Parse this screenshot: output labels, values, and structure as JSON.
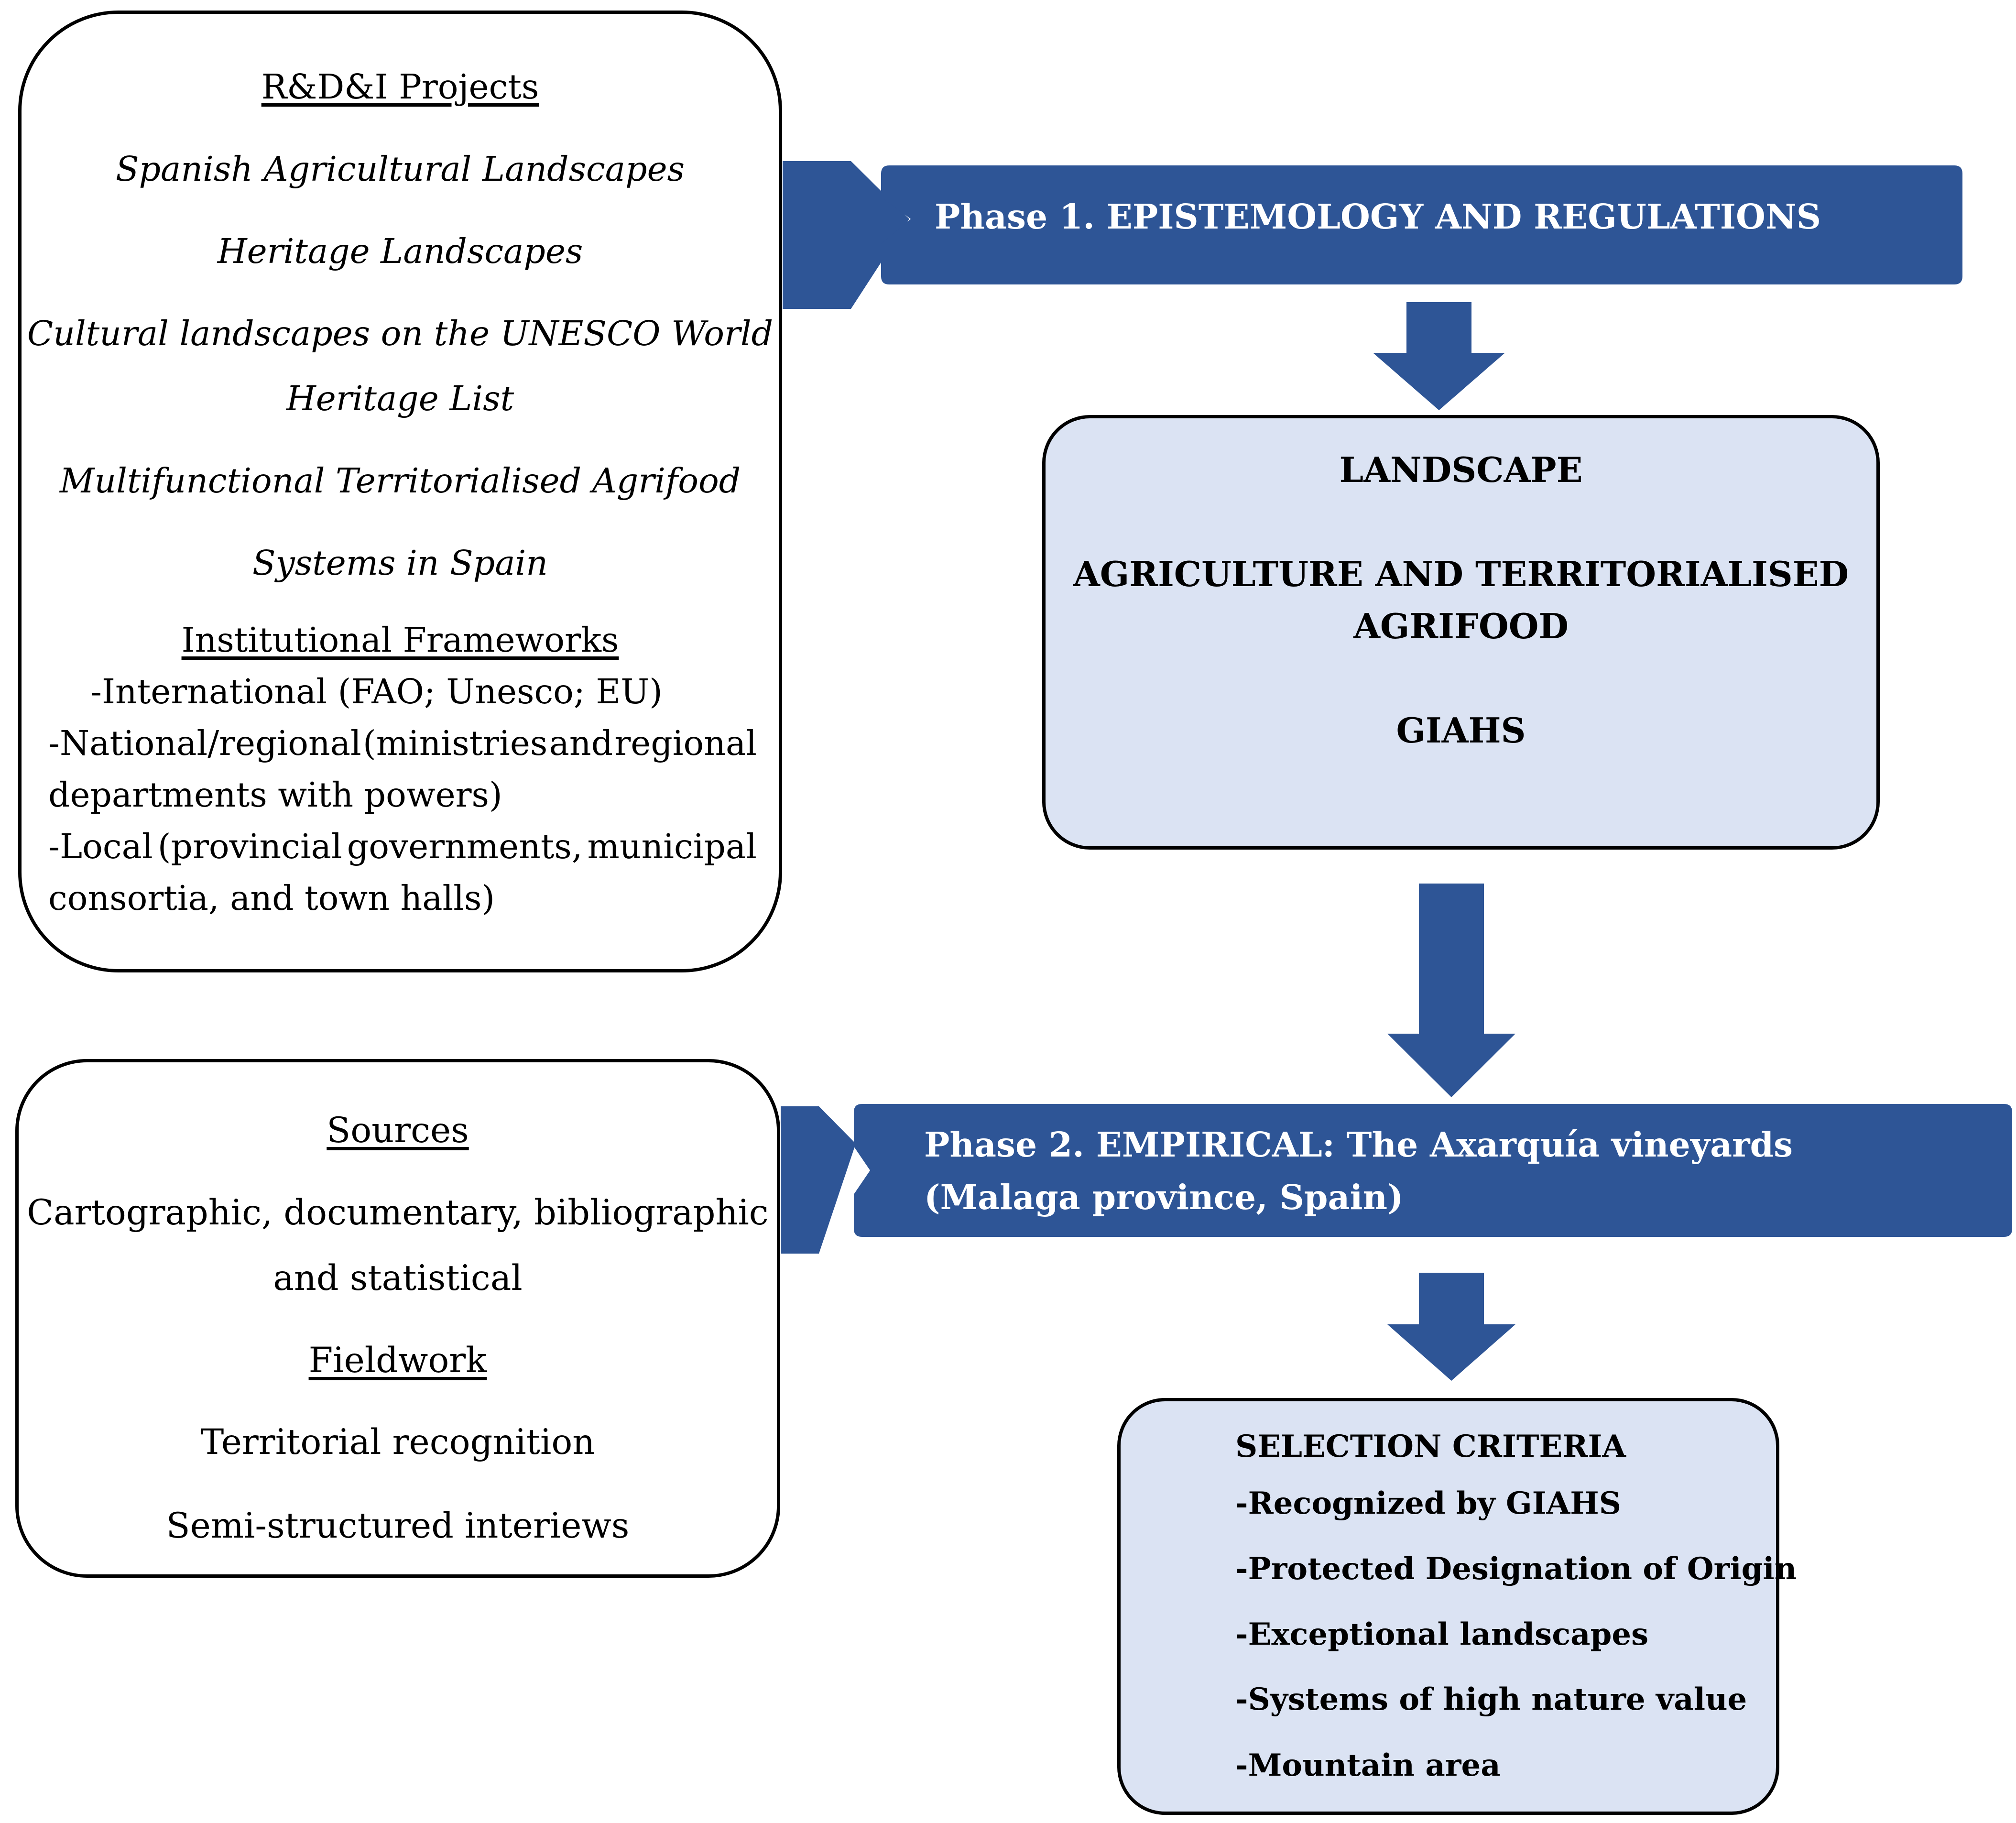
{
  "colors": {
    "arrow_blue": "#2e5596",
    "light_box": "#dbe3f3",
    "border": "#000000"
  },
  "projects_box": {
    "heading": "R&D&I Projects",
    "items": [
      "Spanish Agricultural Landscapes",
      "Heritage Landscapes",
      "Cultural landscapes on the UNESCO World",
      "Heritage List",
      "Multifunctional Territorialised Agrifood",
      "Systems in Spain"
    ],
    "frameworks_heading": "Institutional Frameworks",
    "frameworks": {
      "international": "-International (FAO; Unesco; EU)",
      "national_line1": [
        "-National/regional",
        "(ministries",
        "and",
        "regional"
      ],
      "national_line2": "departments with powers)",
      "local_line1": [
        "-Local",
        "(provincial",
        "governments,",
        "municipal"
      ],
      "local_line2": "consortia, and town halls)"
    }
  },
  "phase1": {
    "label": "Phase 1. EPISTEMOLOGY AND REGULATIONS"
  },
  "themes_box": {
    "line1": "LANDSCAPE",
    "line2": "AGRICULTURE AND TERRITORIALISED",
    "line3": "AGRIFOOD",
    "line4": "GIAHS"
  },
  "sources_box": {
    "heading": "Sources",
    "line1": "Cartographic, documentary, bibliographic",
    "line2": "and statistical",
    "fieldwork_heading": "Fieldwork",
    "fieldwork_items": [
      "Territorial recognition",
      "Semi-structured interiews"
    ]
  },
  "phase2": {
    "line1": "Phase 2. EMPIRICAL: The Axarquía vineyards",
    "line2": "(Malaga province, Spain)"
  },
  "criteria_box": {
    "heading": "SELECTION CRITERIA",
    "items": [
      "-Recognized by GIAHS",
      "-Protected Designation of Origin",
      "-Exceptional landscapes",
      "-Systems of high nature value",
      "-Mountain area"
    ]
  }
}
